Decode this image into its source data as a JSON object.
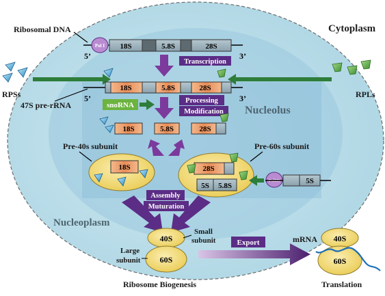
{
  "labels": {
    "ribosomal_dna": "Ribosomal DNA",
    "cytoplasm": "Cytoplasm",
    "pol1": "Pol I",
    "polIII": "PolIII",
    "prime5": "5’",
    "prime3": "3’",
    "rpss": "RPSs",
    "rpls": "RPLs",
    "pre_rrna": "47S pre-rRNA",
    "snorna": "snoRNA",
    "processing": "Processing",
    "modification": "Modification",
    "transcription": "Transcription",
    "nucleolus": "Nucleolus",
    "pre40": "Pre-40s subunit",
    "pre60": "Pre-60s subunit",
    "assembly": "Assembly",
    "muturation": "Muturation",
    "nucleoplasm": "Nucleoplasm",
    "small_subunit_1": "Small",
    "small_subunit_2": "subunit",
    "large_subunit_1": "Large",
    "large_subunit_2": "subunit",
    "export": "Export",
    "mrna": "mRNA",
    "ribosome_biogenesis": "Ribosome Biogenesis",
    "translation": "Translation"
  },
  "segments": {
    "s18": "18S",
    "s58": "5.8S",
    "s28": "28S",
    "s5": "5S",
    "s40": "40S",
    "s60": "60S"
  },
  "colors": {
    "nucleus": "#bfe0ea",
    "nucleolus": "#8fc2dc",
    "purple_label": "#5b2d86",
    "arrow_purple": "#7b3a9c",
    "arrow_green": "#2e7d3a",
    "snorna_bg": "#6cb33f",
    "subunit_yellow": "#f2da6a",
    "segment_orange": "#e79a6a",
    "segment_gray": "#98adb7"
  }
}
